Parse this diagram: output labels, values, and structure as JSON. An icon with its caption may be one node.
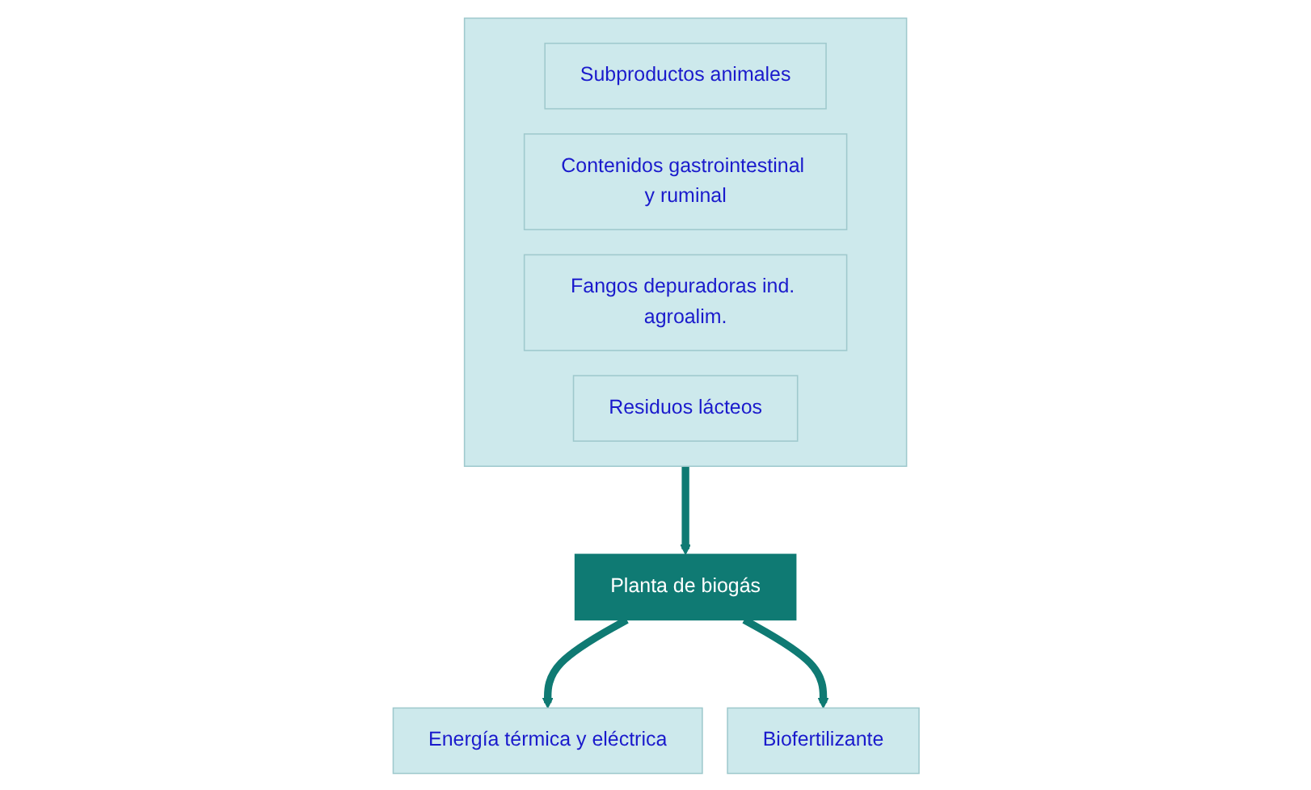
{
  "diagram": {
    "nodes": [
      {
        "text": [],
        "shape": "bar"
      },
      {
        "text": [
          "Subproductos animales"
        ],
        "in": 0
      },
      {
        "text": [
          "Contenidos gastrointestinal y ruminal"
        ],
        "in": 0
      },
      {
        "text": [
          "Fangos depuradoras ind. agroalim."
        ],
        "in": 0
      },
      {
        "text": [
          "Residuos lácteos"
        ],
        "in": 0
      },
      {
        "text": [
          "Planta de biogás"
        ]
      },
      {
        "text": [
          "Energía térmica y eléctrica"
        ]
      },
      {
        "text": [
          "Biofertilizante"
        ]
      }
    ],
    "edges": [
      {
        "from": 0,
        "to": 5,
        "arrow": "to"
      },
      {
        "from": 5,
        "to": 6,
        "arrow": "to"
      },
      {
        "from": 5,
        "to": 7,
        "arrow": "to"
      }
    ]
  }
}
